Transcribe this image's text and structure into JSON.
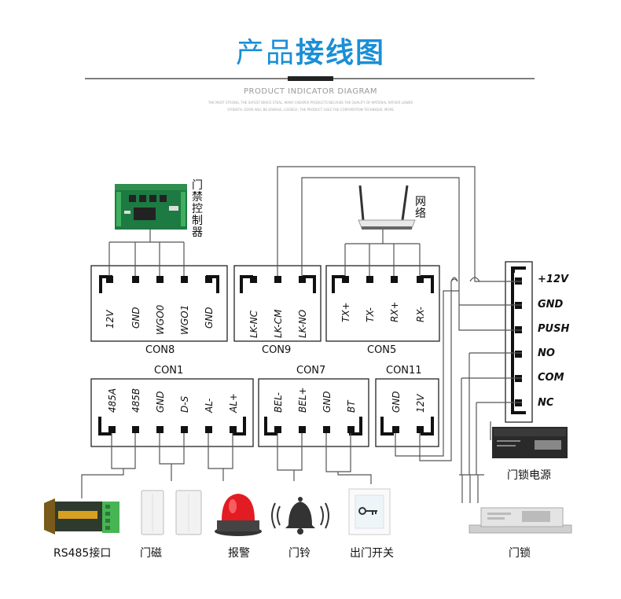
{
  "header": {
    "title_light": "产品",
    "title_bold": "接线图",
    "subtitle": "PRODUCT INDICATOR DIAGRAM",
    "fine_line1": "THE MOST STRONG, THE SAFEST BRACE STEAL, MANY CHEAPER PRODUCTS BECAUSE THE QUALITY OF MATERIAL RATHER LOWER",
    "fine_line2": "STRENTH, DOOR WILL BE DAMAGE, LOOSELY, THE PRODUCT USES THE CORPORATION TECHNIQUE, MORE"
  },
  "devices": {
    "controller": "门禁控制器",
    "network": "网络",
    "psu": "门锁电源",
    "lock": "门锁",
    "rs485": "RS485接口",
    "magnet": "门磁",
    "alarm": "报警",
    "bell": "门铃",
    "exit": "出门开关"
  },
  "connectors": {
    "con8": {
      "name": "CON8",
      "pins": [
        "12V",
        "GND",
        "WGO0",
        "WGO1",
        "GND"
      ]
    },
    "con9": {
      "name": "CON9",
      "pins": [
        "LK-NC",
        "LK-CM",
        "LK-NO"
      ]
    },
    "con5": {
      "name": "CON5",
      "pins": [
        "TX+",
        "TX-",
        "RX+",
        "RX-"
      ]
    },
    "con1": {
      "name": "CON1",
      "pins": [
        "485A",
        "485B",
        "GND",
        "D-S",
        "AL-",
        "AL+"
      ]
    },
    "con7": {
      "name": "CON7",
      "pins": [
        "BEL-",
        "BEL+",
        "GND",
        "BT"
      ]
    },
    "con11": {
      "name": "CON11",
      "pins": [
        "GND",
        "12V"
      ]
    }
  },
  "psu_terminals": [
    "+12V",
    "GND",
    "PUSH",
    "NO",
    "COM",
    "NC"
  ],
  "colors": {
    "accent": "#1a8fd6"
  }
}
